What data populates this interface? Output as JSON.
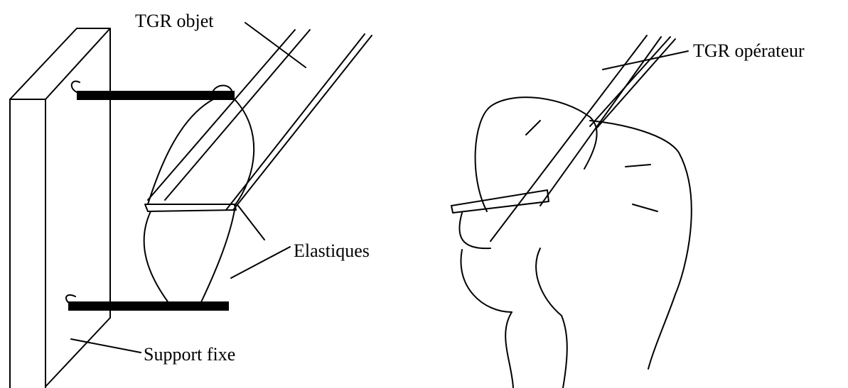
{
  "labels": {
    "tgr_objet": "TGR objet",
    "tgr_operateur": "TGR opérateur",
    "elastiques": "Elastiques",
    "support_fixe": "Support fixe"
  },
  "colors": {
    "ink": "#000000",
    "background": "#ffffff"
  }
}
